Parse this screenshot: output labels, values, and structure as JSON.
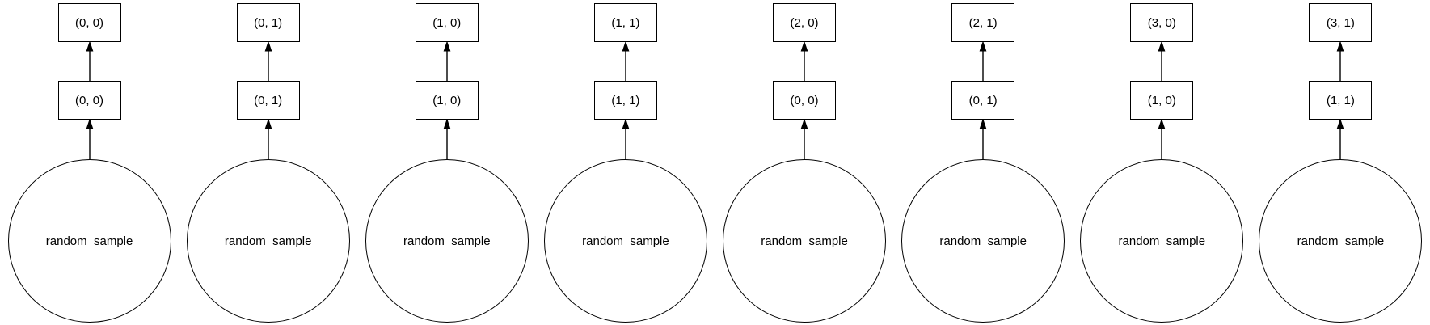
{
  "diagram": {
    "type": "dataflow-graph",
    "background_color": "#ffffff",
    "stroke_color": "#000000",
    "columns": [
      {
        "top": "(0, 0)",
        "mid": "(0, 0)",
        "source": "random_sample"
      },
      {
        "top": "(0, 1)",
        "mid": "(0, 1)",
        "source": "random_sample"
      },
      {
        "top": "(1, 0)",
        "mid": "(1, 0)",
        "source": "random_sample"
      },
      {
        "top": "(1, 1)",
        "mid": "(1, 1)",
        "source": "random_sample"
      },
      {
        "top": "(2, 0)",
        "mid": "(0, 0)",
        "source": "random_sample"
      },
      {
        "top": "(2, 1)",
        "mid": "(0, 1)",
        "source": "random_sample"
      },
      {
        "top": "(3, 0)",
        "mid": "(1, 0)",
        "source": "random_sample"
      },
      {
        "top": "(3, 1)",
        "mid": "(1, 1)",
        "source": "random_sample"
      }
    ]
  }
}
